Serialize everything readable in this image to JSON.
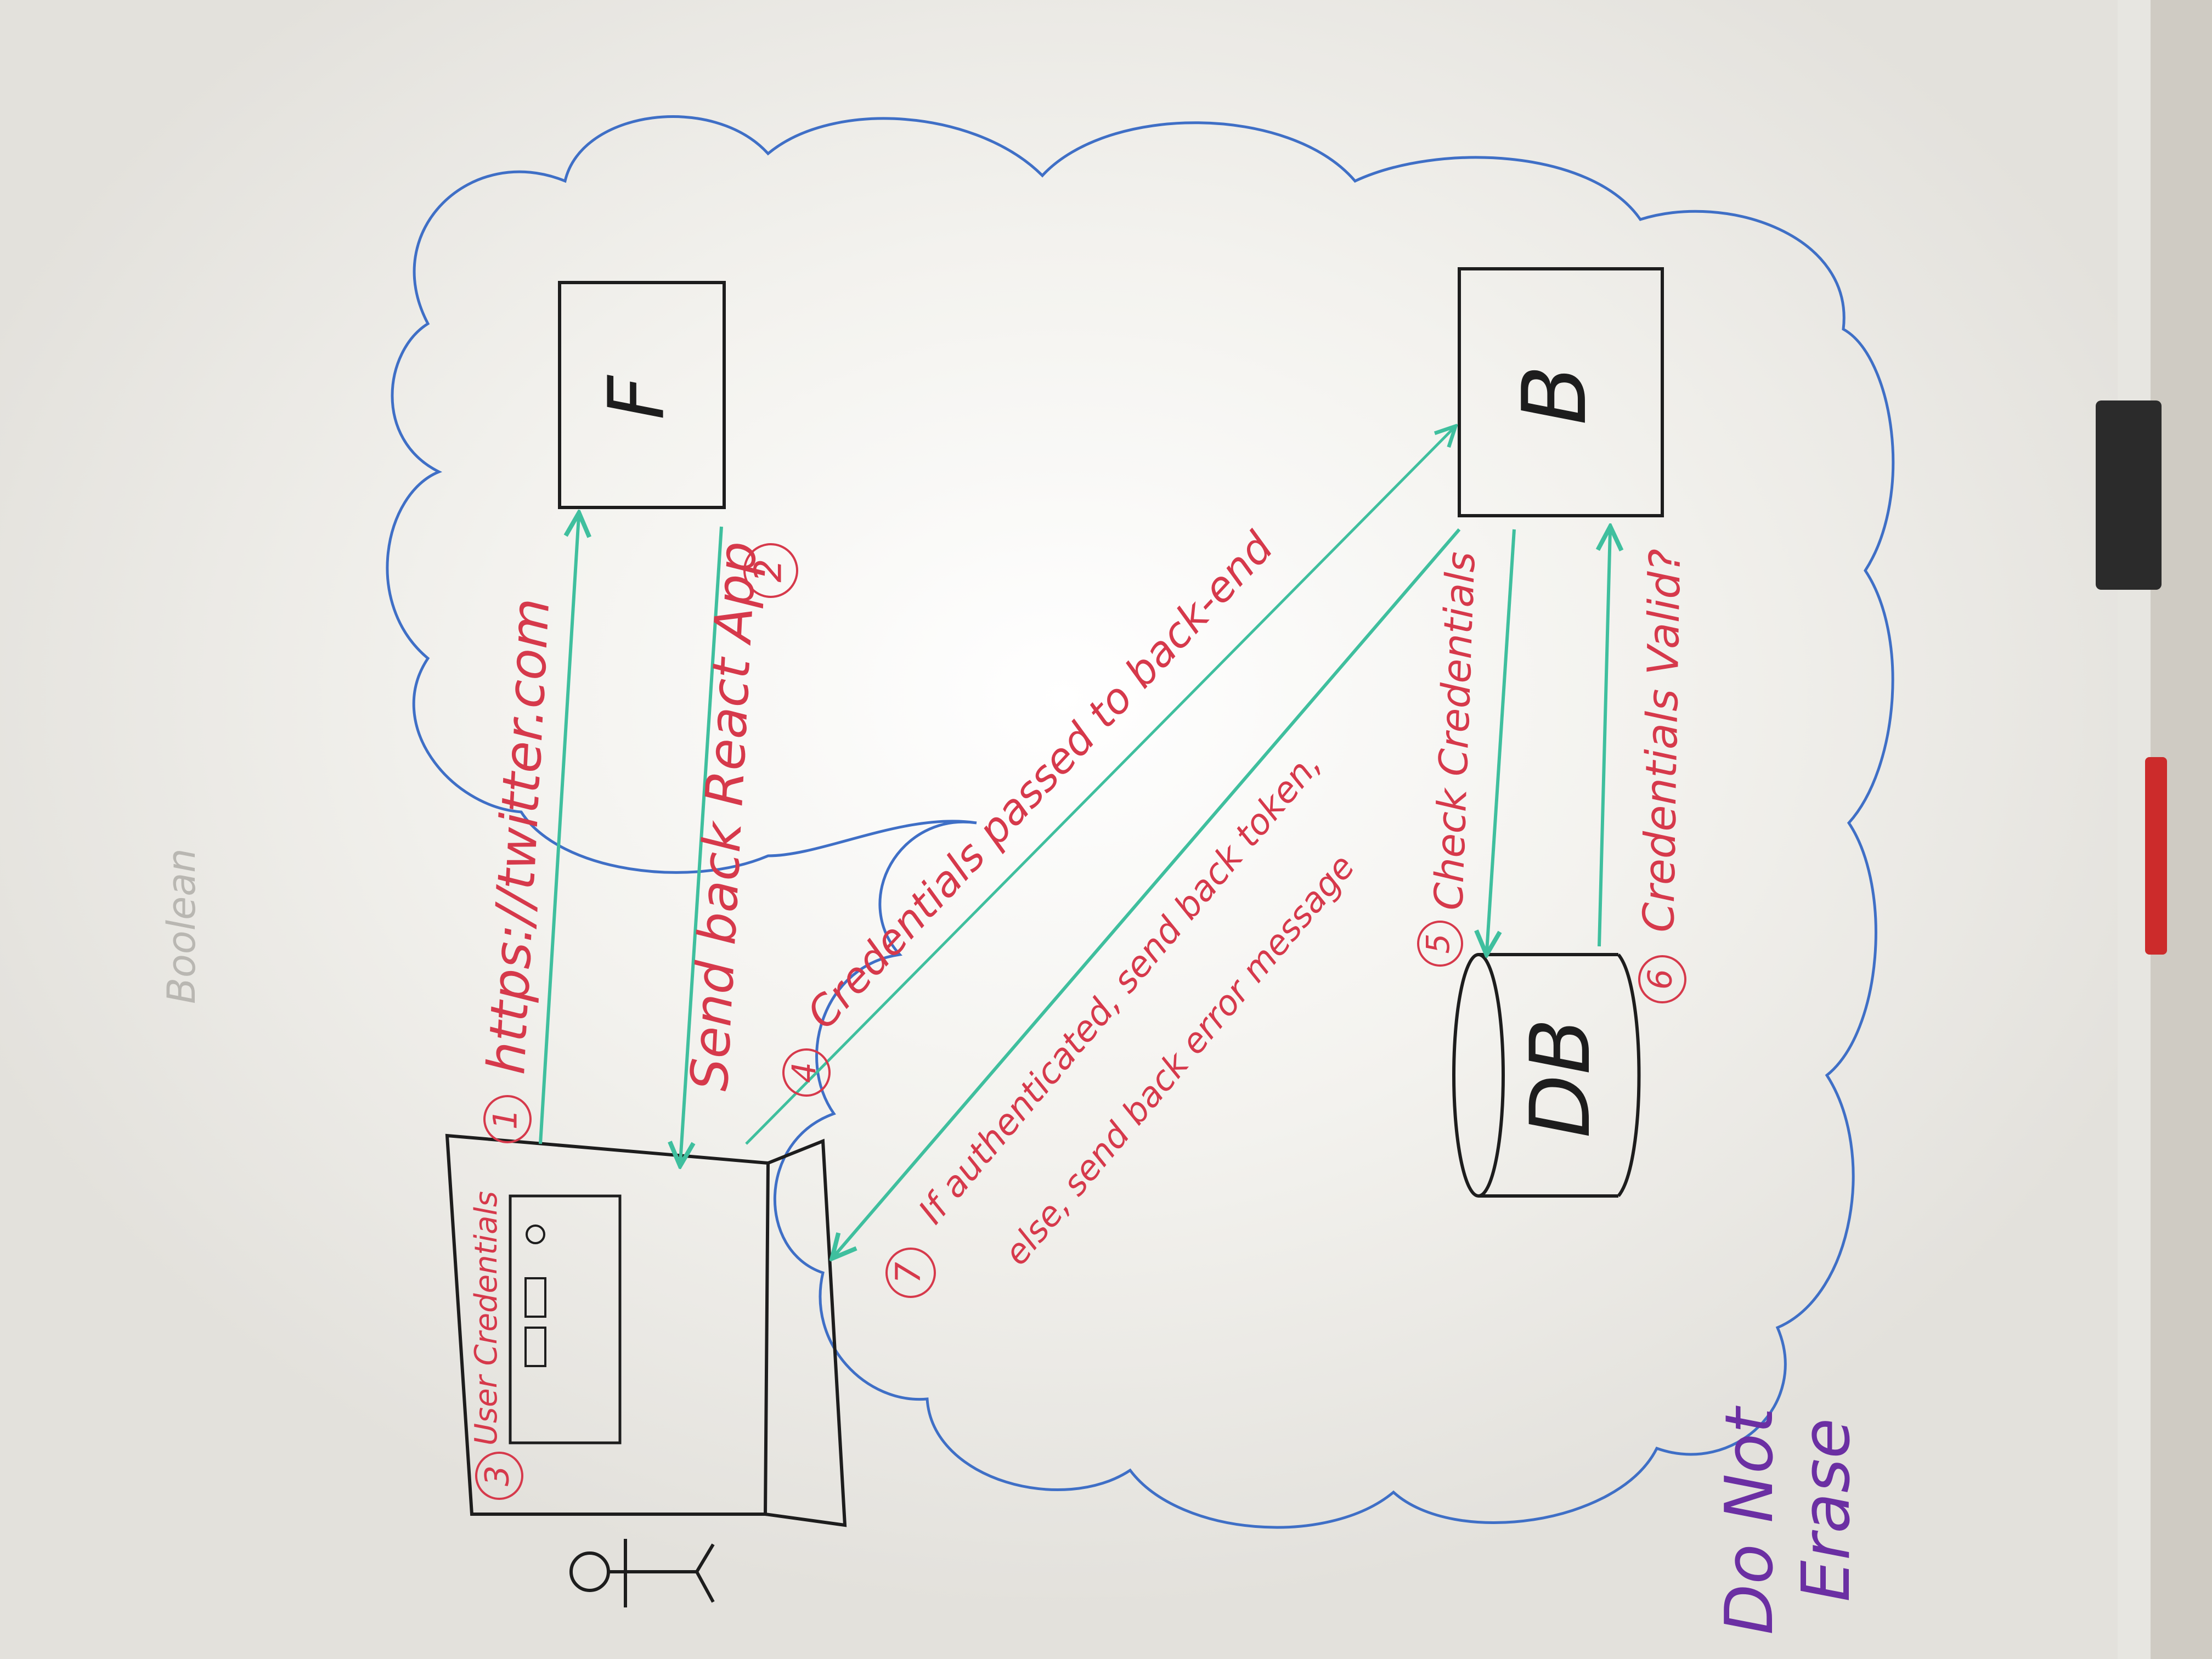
{
  "diagram": {
    "nodes": {
      "frontend": "F",
      "backend": "B",
      "database": "DB"
    },
    "client_label": "User Credentials",
    "steps": [
      {
        "num": "1",
        "text": "https://twitter.com"
      },
      {
        "num": "2",
        "text": "Send back React App"
      },
      {
        "num": "3",
        "text": "User Credentials"
      },
      {
        "num": "4",
        "text": "Credentials passed to back-end"
      },
      {
        "num": "5",
        "text": "Check Credentials"
      },
      {
        "num": "6",
        "text": "Credentials Valid?"
      },
      {
        "num": "7",
        "text_line1": "If authenticated, send back token,",
        "text_line2": "else, send back error message"
      }
    ],
    "note_line1": "Do Not",
    "note_line2": "Erase",
    "faint_text": "Boolean"
  },
  "colors": {
    "cloud": "#3f6fc6",
    "arrow": "#3fbf9e",
    "label": "#d6394b",
    "ink": "#1d1d1d",
    "note": "#6b2fa3",
    "board": "#f1f0ec"
  }
}
